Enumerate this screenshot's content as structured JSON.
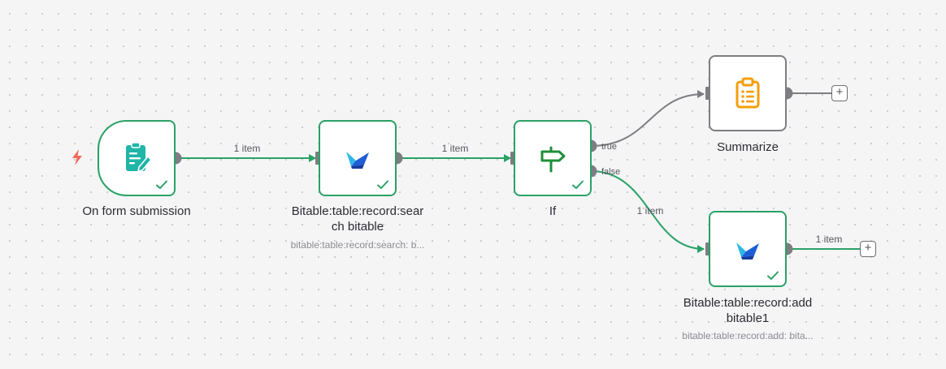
{
  "workflow": {
    "nodes": [
      {
        "id": "trigger",
        "name": "On form submission",
        "subtitle": ""
      },
      {
        "id": "search",
        "name": "Bitable:table:record:sear\nch bitable",
        "subtitle": "bitable:table:record:search: b..."
      },
      {
        "id": "if",
        "name": "If",
        "subtitle": ""
      },
      {
        "id": "summarize",
        "name": "Summarize",
        "subtitle": ""
      },
      {
        "id": "add",
        "name": "Bitable:table:record:add\nbitable1",
        "subtitle": "bitable:table:record:add: bita..."
      }
    ],
    "edges": [
      {
        "from": "trigger",
        "to": "search",
        "label": "1 item"
      },
      {
        "from": "search",
        "to": "if",
        "label": "1 item"
      },
      {
        "from": "if",
        "to": "summarize",
        "branch": "true",
        "label": ""
      },
      {
        "from": "if",
        "to": "add",
        "branch": "false",
        "label": "1 item"
      },
      {
        "from": "add",
        "to": "end",
        "label": "1 item"
      }
    ],
    "branches": {
      "true": "true",
      "false": "false"
    },
    "add_button": "+"
  },
  "colors": {
    "success": "#2aa166",
    "inactive": "#7d7d82",
    "trigger_bolt": "#ef6a5a",
    "form_icon": "#1fb5a7",
    "summarize_icon": "#f59e0b",
    "if_icon": "#1f8f3a"
  },
  "icons": {
    "trigger": "form-icon",
    "search": "bitable-icon",
    "if": "signpost-icon",
    "summarize": "clipboard-list-icon",
    "add": "bitable-icon"
  }
}
